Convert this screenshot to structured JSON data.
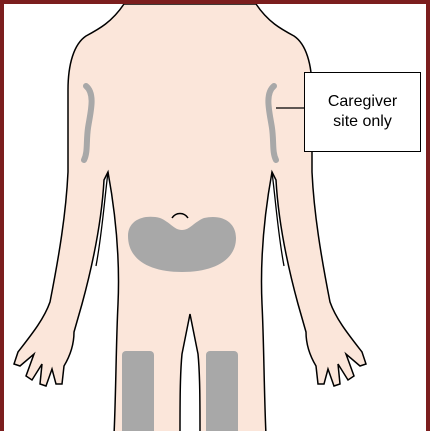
{
  "callout": {
    "text": "Caregiver\nsite only"
  },
  "colors": {
    "frame": "#7b1e1e",
    "skin": "#fbe6da",
    "outline": "#000000",
    "injection_site": "#a8a8a8"
  },
  "injection_sites": [
    "upper-arm-left",
    "upper-arm-right",
    "abdomen",
    "thigh-left",
    "thigh-right"
  ]
}
